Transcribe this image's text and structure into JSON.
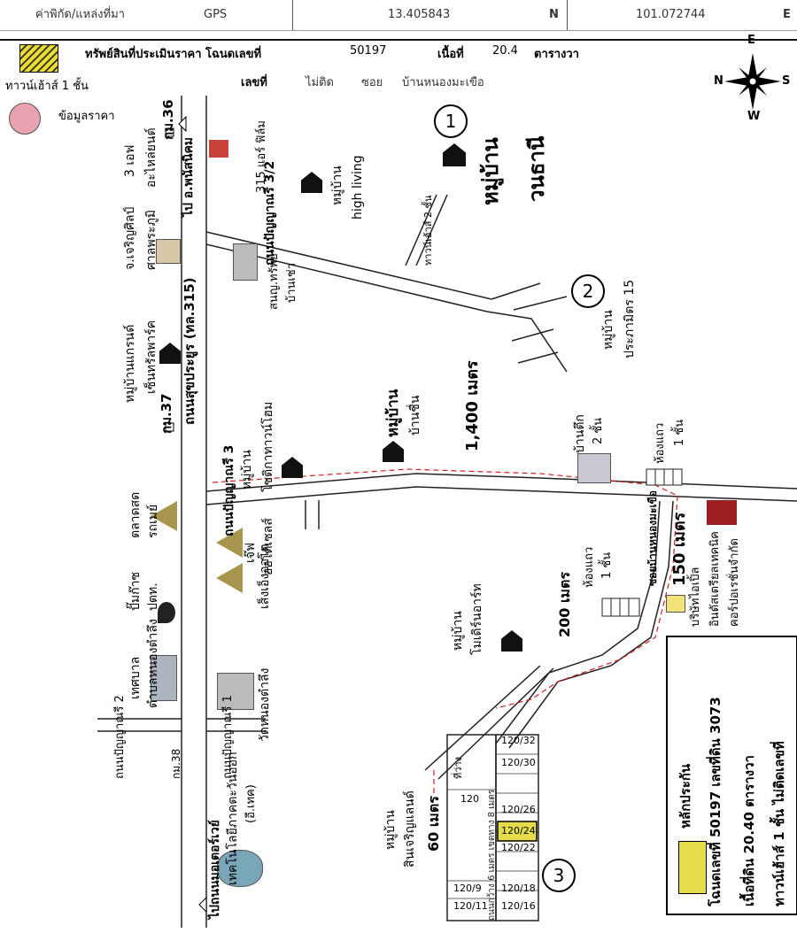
{
  "header": {
    "coord_label": "ค่าพิกัด/แหล่งที่มา",
    "source": "GPS",
    "lat": "13.405843",
    "lat_dir": "N",
    "lon": "101.072744",
    "lon_dir": "E"
  },
  "property": {
    "title_label": "ทรัพย์สินที่ประเมินราคา โฉนดเลขที่",
    "deed_no": "50197",
    "area_label": "เนื้อที่",
    "area_value": "20.4",
    "area_unit": "ตารางวา",
    "house_no_label": "เลขที่",
    "house_no_value": "ไม่ติด",
    "soi_label": "ซอย",
    "soi_value": "บ้านหนองมะเขือ"
  },
  "legend": {
    "townhouse_label": "ทาวน์เฮ้าส์ 1 ชั้น",
    "price_info_label": "ข้อมูลราคา",
    "townhouse_color": "#e5dc4a",
    "price_color": "#e8a2b0"
  },
  "compass": {
    "n": "N",
    "s": "S",
    "e": "E",
    "w": "W"
  },
  "collateral": {
    "title": "หลักประกัน",
    "line1": "โฉนดเลขที่ 50197 เลขที่ดิน 3073",
    "line2": "เนื้อที่ดิน 20.40 ตารางวา",
    "line3": "ทาวน์เฮ้าส์ 1 ชั้น ไม่ติดเลขที่"
  },
  "roads": {
    "main": "ถนนสุขประยูร (ทล.315)",
    "to_phanat": "ไป อ.พนัสนิคม",
    "to_motorway": "ไปถนนมอเตอร์เวย์",
    "panyanaree_3_2": "ถนนปัญญาณรี 3/2",
    "panyanaree_3": "ถนนปัญญาณรี 3",
    "panyanaree_2": "ถนนปัญญาณรี 2",
    "panyanaree_1": "ถนนปัญญาณรี 1",
    "soi_nongmakhuea": "ซอยบ้านหนองมะเขือ"
  },
  "markers": [
    "1",
    "2",
    "3"
  ],
  "distances": {
    "d1400": "1,400 เมตร",
    "d150": "150 เมตร",
    "d200": "200 เมตร",
    "d60": "60 เมตร"
  },
  "km": {
    "km36": "กม.36",
    "km37": "กม.37",
    "km38": "กม.38"
  },
  "landmarks": {
    "three_f": "3 เอฟ",
    "auto_parts": "อะไหล่ยนต์",
    "jaroen": "จ.เจริญศิลป์",
    "shrine": "ศาลพระภูมิ",
    "village_grand": "หมู่บ้านแกรนด์",
    "central_park": "เซ็นทรัลพาร์ค",
    "market": "ตลาดสด",
    "rodmai": "รถเมย์",
    "gas": "ปั๊มก๊าซ",
    "ptt": "ปตท.",
    "municipal": "เทศบาล",
    "tambon": "ตำบลหนองตำลึง",
    "eastern_tech": "เทคโนโลยีภาคตะวันออก",
    "e_tech": "(อี.เทค)",
    "air_film": "315 แอร์ ฟิล์ม",
    "land_office": "สนญ.ทรัพย์",
    "ban_chao": "บ้านเช่า",
    "auto_seng": "เจ๊ฟ",
    "auto_seng2": "ออโต้เซลส์",
    "seng_auto": "เส็งเอ็งออโต",
    "wat": "วัดหนองตำลึง",
    "high_living_v": "หมู่บ้าน",
    "high_living": "high living",
    "wanthani_1": "หมู่บ้าน",
    "wanthani_2": "วนธานี",
    "th2": "ทาวน์เฮ้าส์ 2 ชั้น",
    "prachamit_v": "หมู่บ้าน",
    "prachamit": "ประภามิตร 15",
    "chotika_v": "หมู่บ้าน",
    "chotika": "โชติกาทาวน์โฮม",
    "banchuen_v": "หมู่บ้าน",
    "banchuen": "บ้านชื่น",
    "ban_tuek": "บ้านตึก",
    "ban_tuek2": "2 ชั้น",
    "hong_thaew_a": "ห้องแถว",
    "hong_thaew_a2": "1 ชั้น",
    "hong_thaew_b": "ห้องแถว",
    "hong_thaew_b2": "1 ชั้น",
    "company_1": "บริษัทไอเปิ้ล",
    "company_2": "อินดัสเตรียลเทคนิค",
    "company_3": "คอร์ปอเรชั่นจำกัด",
    "modern_art_v": "หมู่บ้าน",
    "modern_art": "โมเดิร์นอาร์ท",
    "sincharoen_v": "หมู่บ้าน",
    "sincharoen": "สินเจริญแลนด์",
    "empty": "ที่ว่าง",
    "road_width": "ถนนกว้าง 6 เมตร เขตทาง 8 เมตร"
  },
  "lots": {
    "l_120": "120",
    "l_120_9": "120/9",
    "l_120_11": "120/11",
    "l_120_32": "120/32",
    "l_120_30": "120/30",
    "l_120_26": "120/26",
    "l_120_24": "120/24",
    "l_120_22": "120/22",
    "l_120_18": "120/18",
    "l_120_16": "120/16"
  }
}
